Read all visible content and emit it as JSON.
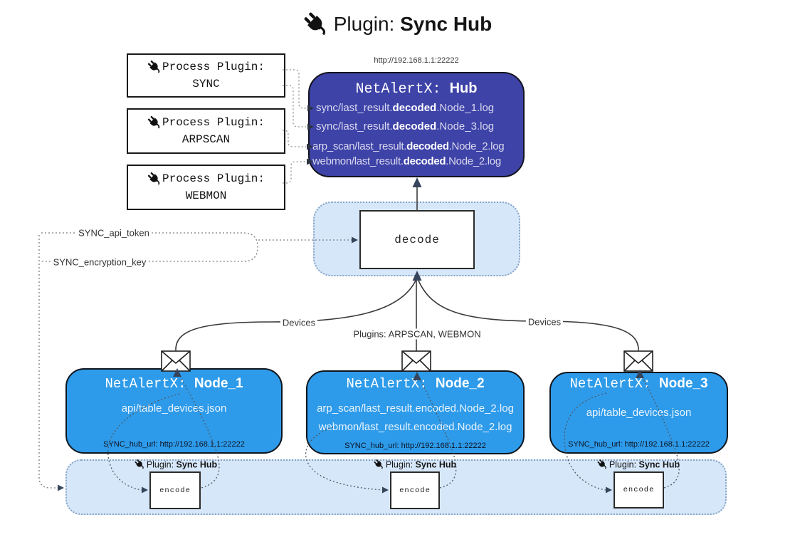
{
  "title": {
    "prefix": "Plugin: ",
    "bold": "Sync Hub"
  },
  "process_plugins": [
    {
      "label": "Process Plugin:",
      "name": "SYNC"
    },
    {
      "label": "Process Plugin:",
      "name": "ARPSCAN"
    },
    {
      "label": "Process Plugin:",
      "name": "WEBMON"
    }
  ],
  "hub": {
    "url": "http://192.168.1.1:22222",
    "title_mono": "NetAlertX: ",
    "title_bold": "Hub",
    "entries": [
      {
        "pre": "sync/last_result.",
        "bold": "decoded",
        "post": ".Node_1.log"
      },
      {
        "pre": "sync/last_result.",
        "bold": "decoded",
        "post": ".Node_3.log"
      },
      {
        "pre": "arp_scan/last_result.",
        "bold": "decoded",
        "post": ".Node_2.log"
      },
      {
        "pre": "webmon/last_result.",
        "bold": "decoded",
        "post": ".Node_2.log"
      }
    ]
  },
  "decode": {
    "label": "decode"
  },
  "edge_labels": {
    "api_token": "SYNC_api_token",
    "encryption_key": "SYNC_encryption_key",
    "devices_left": "Devices",
    "plugins_mid": "Plugins: ARPSCAN, WEBMON",
    "devices_right": "Devices"
  },
  "nodes": [
    {
      "title_mono": "NetAlertX: ",
      "title_bold": "Node_1",
      "files": [
        "api/table_devices.json"
      ],
      "hub_url": "SYNC_hub_url: http://192.168.1.1:22222"
    },
    {
      "title_mono": "NetAlertX: ",
      "title_bold": "Node_2",
      "files": [
        "arp_scan/last_result.encoded.Node_2.log",
        "webmon/last_result.encoded.Node_2.log"
      ],
      "hub_url": "SYNC_hub_url: http://192.168.1.1:22222"
    },
    {
      "title_mono": "NetAlertX: ",
      "title_bold": "Node_3",
      "files": [
        "api/table_devices.json"
      ],
      "hub_url": "SYNC_hub_url: http://192.168.1.1:22222"
    }
  ],
  "encoders": [
    {
      "plugin_prefix": "Plugin: ",
      "plugin_bold": "Sync Hub",
      "box": "encode"
    },
    {
      "plugin_prefix": "Plugin: ",
      "plugin_bold": "Sync Hub",
      "box": "encode"
    },
    {
      "plugin_prefix": "Plugin: ",
      "plugin_bold": "Sync Hub",
      "box": "encode"
    }
  ],
  "colors": {
    "hub_fill": "#3e43a8",
    "node_fill": "#2e9bea",
    "panel_fill": "#d7e7fa",
    "panel_border": "#85a3c4",
    "line": "#3a3a3a",
    "dotted": "#4d5862",
    "arrow": "#36455c"
  }
}
